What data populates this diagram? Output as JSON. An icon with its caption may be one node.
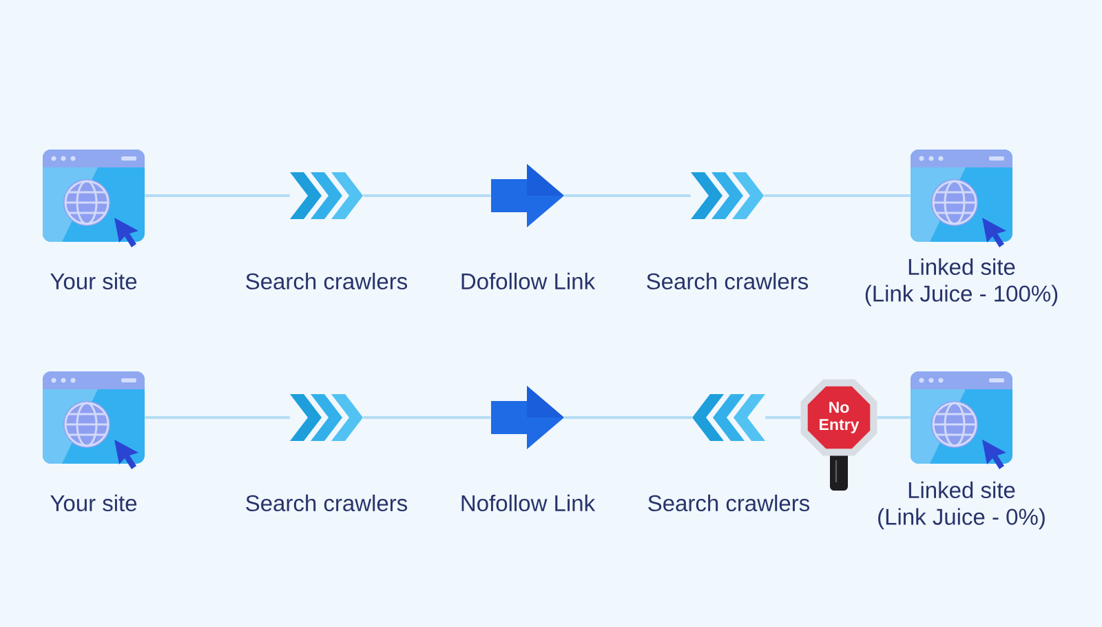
{
  "diagram": {
    "nodes": [
      {
        "text": [
          "Your site"
        ]
      },
      {
        "text": [
          "Search crawlers"
        ]
      },
      {
        "text": [
          "Dofollow Link"
        ]
      },
      {
        "text": [
          "Search crawlers"
        ]
      },
      {
        "text": [
          "Linked site",
          "(Link Juice - 100%)"
        ]
      },
      {
        "text": [
          "Your site"
        ]
      },
      {
        "text": [
          "Search crawlers"
        ]
      },
      {
        "text": [
          "Nofollow Link"
        ]
      },
      {
        "text": [
          "Search crawlers"
        ]
      },
      {
        "text": [
          "No Entry"
        ]
      },
      {
        "text": [
          "Linked site",
          "(Link Juice - 0%)"
        ]
      }
    ],
    "edges": [
      {
        "from": 0,
        "to": 1,
        "arrow": "none"
      },
      {
        "from": 1,
        "to": 2,
        "arrow": "none"
      },
      {
        "from": 2,
        "to": 3,
        "arrow": "none"
      },
      {
        "from": 3,
        "to": 4,
        "arrow": "none"
      },
      {
        "from": 5,
        "to": 6,
        "arrow": "none"
      },
      {
        "from": 6,
        "to": 7,
        "arrow": "none"
      },
      {
        "from": 7,
        "to": 8,
        "arrow": "none"
      },
      {
        "from": 8,
        "to": 9,
        "arrow": "none"
      },
      {
        "from": 9,
        "to": 10,
        "arrow": "none"
      }
    ]
  }
}
